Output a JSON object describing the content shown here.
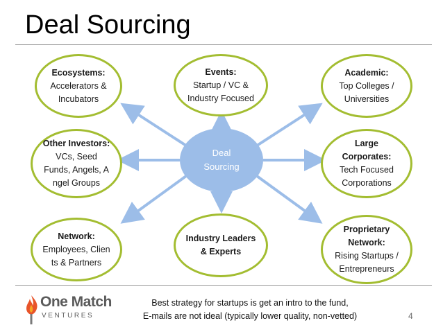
{
  "title": "Deal Sourcing",
  "center": {
    "line1": "Deal",
    "line2": "Sourcing"
  },
  "nodes": {
    "ecosystems": {
      "heading": "Ecosystems:",
      "lines": [
        "Accelerators &",
        "Incubators"
      ]
    },
    "events": {
      "heading": "Events:",
      "lines": [
        "Startup / VC &",
        "Industry Focused"
      ]
    },
    "academic": {
      "heading": "Academic:",
      "lines": [
        "Top Colleges /",
        "Universities"
      ]
    },
    "other_investors": {
      "heading": "Other Investors:",
      "lines": [
        "VCs, Seed",
        "Funds, Angels, A",
        "ngel Groups"
      ]
    },
    "large_corporates": {
      "heading_lines": [
        "Large",
        "Corporates:"
      ],
      "lines": [
        "Tech Focused",
        "Corporations"
      ]
    },
    "network": {
      "heading": "Network:",
      "lines": [
        "Employees, Clien",
        "ts & Partners"
      ]
    },
    "industry_leaders": {
      "heading_lines": [
        "Industry Leaders",
        "& Experts"
      ]
    },
    "proprietary": {
      "heading_lines": [
        "Proprietary",
        "Network:"
      ],
      "lines": [
        "Rising Startups /",
        "Entrepreneurs"
      ]
    }
  },
  "footer": {
    "line1": "Best strategy for startups is get an intro to the fund,",
    "line2": "E-mails are not ideal (typically lower quality, non-vetted)"
  },
  "page_number": "4",
  "logo": {
    "name": "One Match",
    "sub": "VENTURES"
  },
  "colors": {
    "ellipse_border": "#a3bd31",
    "center_fill": "#9cbde8",
    "arrow": "#9cbde8",
    "logo_flame": "#e8542a"
  },
  "icons": [
    "flame-match-icon"
  ]
}
